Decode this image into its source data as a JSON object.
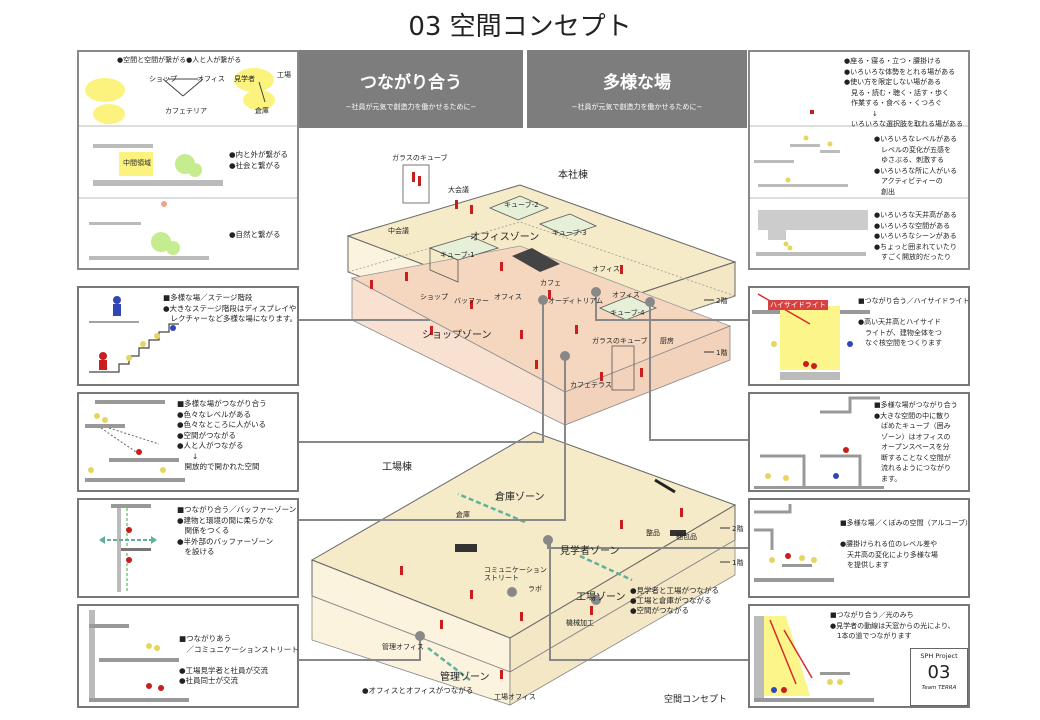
{
  "page_title": "03 空間コンセプト",
  "headers": [
    {
      "title": "つながり合う",
      "sub": "−社員が元気で創造力を働かせるために−"
    },
    {
      "title": "多様な場",
      "sub": "−社員が元気で創造力を働かせるために−"
    }
  ],
  "left_panels": [
    {
      "text": "●空間と空間が繋がる●人と人が繋がる",
      "labels": [
        "ショップ",
        "オフィス",
        "カフェテリア",
        "見学者",
        "工場",
        "倉庫"
      ]
    },
    {
      "text": "●内と外が繋がる\n●社会と繋がる",
      "labels": [
        "中間領域"
      ]
    },
    {
      "text": "●自然と繋がる",
      "labels": []
    },
    {
      "text": "■多様な場／ステージ階段\n●大きなステージ階段はディスプレイや\n　レクチャーなど多様な場になります。",
      "labels": []
    },
    {
      "text": "■多様な場がつながり合う\n●色々なレベルがある\n●色々なところに人がいる\n●空間がつながる\n●人と人がつながる\n　　↓\n　開放的で開かれた空間",
      "labels": []
    },
    {
      "text": "■つながり合う／バッファーゾーン\n●建物と環境の間に柔らかな\n　関係をつくる\n●半外部のバッファーゾーン\n　を設ける",
      "labels": []
    },
    {
      "text": "■つながりあう\n　／コミュニケーションストリート\n\n●工場見学者と社員が交流\n●社員同士が交流",
      "labels": []
    }
  ],
  "right_panels": [
    {
      "text": "●座る・寝る・立つ・腰掛ける\n●いろいろな体勢をとれる場がある\n●使い方を限定しない場がある\n　見る・読む・聴く・話す・歩く\n　作業する・食べる・くつろぐ\n　　　　↓\n　いろいろな選択肢を取れる場がある"
    },
    {
      "text": "●いろいろなレベルがある\n　レベルの変化が五感を\n　ゆさぶる、刺激する\n●いろいろな所に人がいる\n　アクティビティーの\n　創出"
    },
    {
      "text": "●いろいろな天井高がある\n●いろいろな空間がある\n●いろいろなシーンがある\n●ちょっと囲まれていたり\n　すごく開放的だったり"
    },
    {
      "text": "■つながり合う／ハイサイドライト\n\n●高い天井高とハイサイド\n　ライトが、建物全体をつ\n　なぐ核空間をつくります",
      "labels": [
        "ハイサイドライト"
      ]
    },
    {
      "text": "■多様な場がつながり合う\n●大きな空間の中に散り\n　ばめたキューブ（囲み\n　ゾーン）はオフィスの\n　オープンスペースを分\n　断することなく空間が\n　流れるようにつながり\n　ます。"
    },
    {
      "text": "■多様な場／くぼみの空間（アルコーブ）\n\n●腰掛けられる位のレベル差や\n　天井高の変化により多様な場\n　を提供します"
    },
    {
      "text": "■つながり合う／光のみち\n●見学者の動線は天窓からの光により、\n　1本の道でつながります"
    }
  ],
  "center": {
    "main_building": "本社棟",
    "factory": "工場棟",
    "zones": [
      "オフィスゾーン",
      "ショップゾーン",
      "倉庫ゾーン",
      "見学者ゾーン",
      "工場ゾーン",
      "管理ゾーン"
    ],
    "small_labels": [
      "ガラスのキューブ",
      "大会議",
      "キューブ-2",
      "キューブ-3",
      "中会議",
      "キューブ-1",
      "カフェ",
      "オーディトリアム",
      "オフィス",
      "ショップ",
      "バッファー",
      "オフィス",
      "オフィス",
      "キューブ-4",
      "ガラスのキューブ",
      "カフェテラス",
      "厨房",
      "倉庫",
      "コミュニケーション\nストリート",
      "ラボ",
      "機械加工",
      "整品",
      "梱包品",
      "管理オフィス",
      "工場オフィス"
    ],
    "floor_upper": [
      "2階",
      "1階"
    ],
    "floor_lower": [
      "2階",
      "1階"
    ],
    "notes": "●見学者と工場がつながる\n●工場と倉庫がつながる\n●空間がつながる",
    "bottom_note": "●オフィスとオフィスがつながる",
    "caption": "空間コンセプト"
  },
  "badge": {
    "project": "SPH Project",
    "number": "03",
    "team": "Team TERRA"
  }
}
